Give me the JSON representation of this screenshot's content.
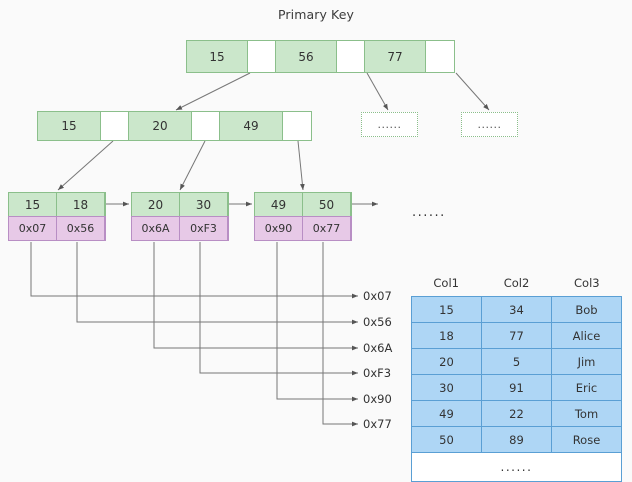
{
  "title": "Primary Key",
  "colors": {
    "key_fill": "#cbe7cb",
    "key_border": "#8bbf8b",
    "address_fill": "#e7c9e7",
    "address_border": "#b88ec4",
    "table_fill": "#aed6f5",
    "table_border": "#5a9fd4",
    "edge": "#666666",
    "background": "#fafafa"
  },
  "root_node": {
    "cells": [
      {
        "type": "key",
        "label": "15"
      },
      {
        "type": "pointer",
        "label": ""
      },
      {
        "type": "key",
        "label": "56"
      },
      {
        "type": "pointer",
        "label": ""
      },
      {
        "type": "key",
        "label": "77"
      },
      {
        "type": "pointer",
        "label": ""
      }
    ]
  },
  "internal_node": {
    "cells": [
      {
        "type": "key",
        "label": "15"
      },
      {
        "type": "pointer",
        "label": ""
      },
      {
        "type": "key",
        "label": "20"
      },
      {
        "type": "pointer",
        "label": ""
      },
      {
        "type": "key",
        "label": "49"
      },
      {
        "type": "pointer",
        "label": ""
      }
    ]
  },
  "leaf_nodes": [
    {
      "keys": [
        "15",
        "18"
      ],
      "addresses": [
        "0x07",
        "0x56"
      ]
    },
    {
      "keys": [
        "20",
        "30"
      ],
      "addresses": [
        "0x6A",
        "0xF3"
      ]
    },
    {
      "keys": [
        "49",
        "50"
      ],
      "addresses": [
        "0x90",
        "0x77"
      ]
    }
  ],
  "placeholder_boxes": [
    {
      "label": "......"
    },
    {
      "label": "......"
    }
  ],
  "leaf_ellipsis": "......",
  "address_labels": [
    "0x07",
    "0x56",
    "0x6A",
    "0xF3",
    "0x90",
    "0x77"
  ],
  "data_table": {
    "headers": [
      "Col1",
      "Col2",
      "Col3"
    ],
    "rows": [
      [
        "15",
        "34",
        "Bob"
      ],
      [
        "18",
        "77",
        "Alice"
      ],
      [
        "20",
        "5",
        "Jim"
      ],
      [
        "30",
        "91",
        "Eric"
      ],
      [
        "49",
        "22",
        "Tom"
      ],
      [
        "50",
        "89",
        "Rose"
      ]
    ],
    "footer": "......"
  }
}
